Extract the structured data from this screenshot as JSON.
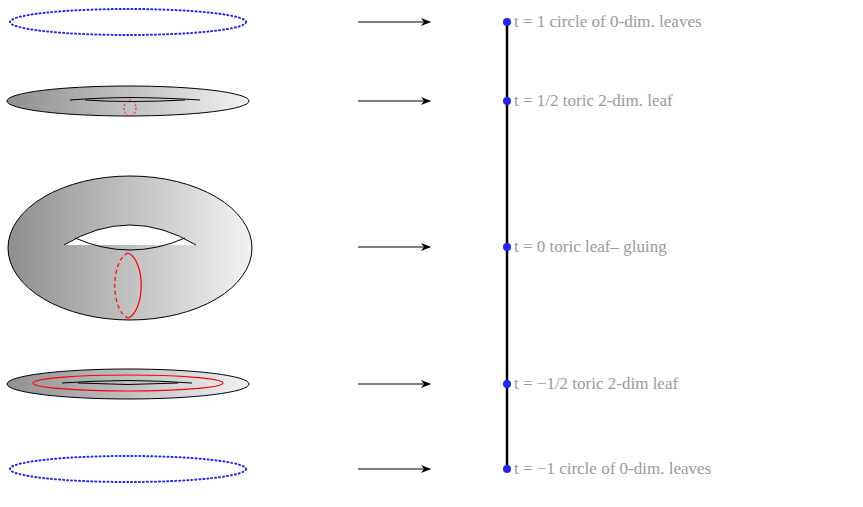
{
  "diagram": {
    "labels": [
      "t = 1 circle of 0-dim. leaves",
      "t = 1/2 toric 2-dim. leaf",
      "t = 0 toric leaf– gluing",
      "t = −1/2 toric 2-dim leaf",
      "t = −1 circle of 0-dim. leaves"
    ]
  }
}
